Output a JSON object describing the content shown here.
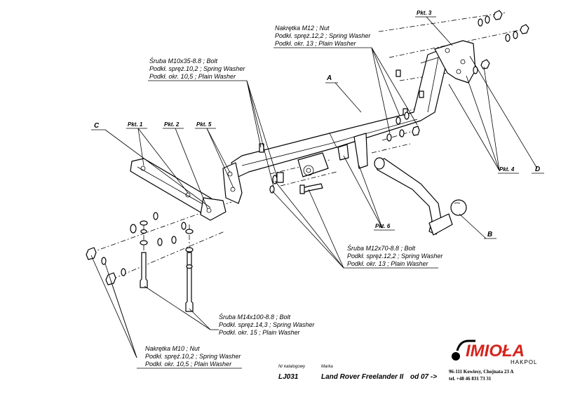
{
  "labels": {
    "nut_m12": [
      "Nakrętka  M12 ; Nut",
      "Podkł. spręż.12,2 ; Spring Washer",
      "Podkł. okr. 13 ; Plain Washer"
    ],
    "bolt_m10": [
      "Śruba M10x35-8.8 ;  Bolt",
      "Podkł. spręż.10,2 ; Spring Washer",
      "Podkł. okr. 10,5 ; Plain Washer"
    ],
    "bolt_m12": [
      "Śruba M12x70-8.8 ;  Bolt",
      "Podkł. spręż.12,2 ; Spring Washer",
      "Podkł. okr. 13 ; Plain Washer"
    ],
    "bolt_m14": [
      "Śruba M14x100-8.8 ;  Bolt",
      "Podkł. spręż.14,3 ; Spring Washer",
      "Podkł. okr. 15 ; Plain Washer"
    ],
    "nut_m10": [
      "Nakrętka  M10 ; Nut",
      "Podkł. spręż.10,2 ; Spring Washer",
      "Podkł. okr. 10,5 ; Plain Washer"
    ]
  },
  "points": {
    "pkt1": "Pkt. 1",
    "pkt2": "Pkt. 2",
    "pkt3": "Pkt. 3",
    "pkt4": "Pkt. 4",
    "pkt5": "Pkt. 5",
    "pkt6": "Pkt. 6"
  },
  "letters": {
    "a": "A",
    "b": "B",
    "c": "C",
    "d": "D"
  },
  "title_block": {
    "catalog_caption": "Nr katalogowy",
    "catalog_number": "LJ031",
    "brand_caption": "Marka",
    "vehicle": "Land Rover Freelander II",
    "production": "od  07 ->"
  },
  "company": {
    "logo": "IMIOŁA",
    "sub": "HAKPOL",
    "address": "96-111 Kowiesy, Chojnata 23 A",
    "phone": "tel. +48 46 831 73 31",
    "logo_color": "#d4241c"
  }
}
